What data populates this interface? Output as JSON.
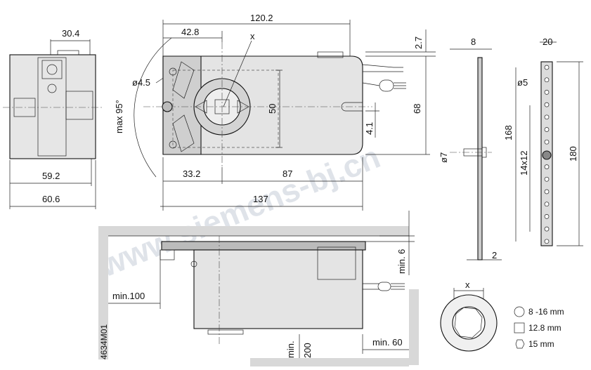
{
  "dims": {
    "d30_4": "30.4",
    "d120_2": "120.2",
    "d42_8": "42.8",
    "x_top": "x",
    "d2_7": "2.7",
    "d8": "8",
    "d20": "20",
    "phi4_5": "ø4.5",
    "phi5": "ø5",
    "max95": "max 95°",
    "d50": "50",
    "d68": "68",
    "d168": "168",
    "d4_1": "4.1",
    "d14x12": "14x12",
    "d180": "180",
    "phi7": "ø7",
    "d59_2": "59.2",
    "d33_2": "33.2",
    "d87": "87",
    "d60_6": "60.6",
    "d137": "137",
    "min6": "min. 6",
    "d2": "2",
    "min100": "min.100",
    "x_shaft": "x",
    "min200_label": "min.",
    "min200_value": "200",
    "min60": "min. 60",
    "code": "4634M01"
  },
  "legend": [
    {
      "shape": "circle",
      "text": "8 -16 mm"
    },
    {
      "shape": "square",
      "text": "12.8 mm"
    },
    {
      "shape": "hexagon",
      "text": "15 mm"
    }
  ],
  "watermark": "www.siemens-bj.cn"
}
